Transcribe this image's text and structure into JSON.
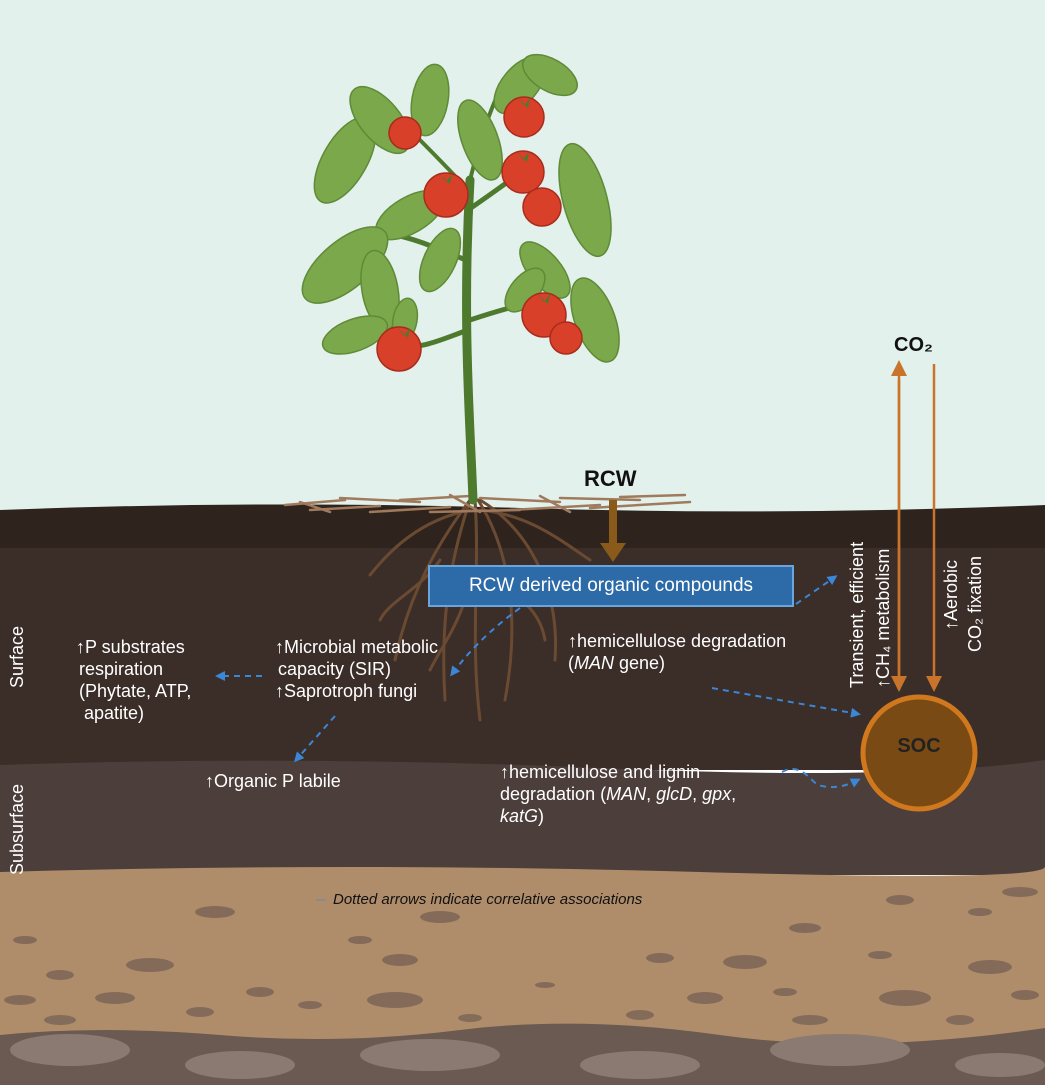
{
  "labels": {
    "rcw": "RCW",
    "co2": "CO₂",
    "rcw_box": "RCW derived organic compounds",
    "soc": "SOC",
    "surface": "Surface",
    "subsurface": "Subsurface",
    "p_substrates_1": "↑P substrates",
    "p_substrates_2": "respiration",
    "p_substrates_3": "(Phytate, ATP,",
    "p_substrates_4": "apatite)",
    "microbial_1": "↑Microbial metabolic",
    "microbial_2": "capacity (SIR)",
    "saprotroph": "↑Saprotroph fungi",
    "organic_p": "↑Organic P labile",
    "hemi_1": "↑hemicellulose degradation",
    "hemi_2_open": "(",
    "hemi_2_gene": "MAN",
    "hemi_2_rest": " gene)",
    "hl_1": "↑hemicellulose and lignin",
    "hl_2_pre": "degradation (",
    "gene_man": "MAN",
    "sep1": ", ",
    "gene_glcd": "glcD",
    "sep2": ", ",
    "gene_gpx": "gpx",
    "sep3": ",",
    "gene_katg": "katG",
    "hl_3_close": ")",
    "transient": "Transient, efficient",
    "ch4": "↑CH₄ metabolism",
    "aerobic_1": "↑Aerobic",
    "aerobic_2": "CO₂ fixation",
    "note": "Dotted arrows indicate correlative associations"
  },
  "colors": {
    "sky": "#e3f1ed",
    "soil_top": "#2f231e",
    "soil_surface": "#3b2d28",
    "soil_subsurface": "#4c3e3a",
    "bedrock": "#b08d6a",
    "soc_fill": "#7a4a14",
    "soc_stroke": "#d0781e",
    "arrow_blue": "#3a87d8",
    "arrow_orange": "#c8742a"
  }
}
